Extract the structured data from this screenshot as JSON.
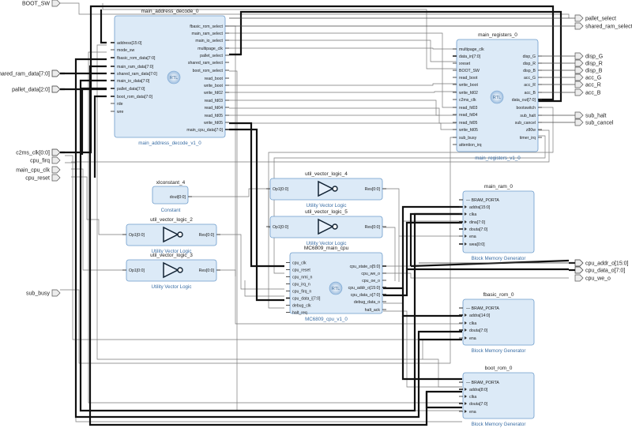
{
  "ext_ports": {
    "boot_sw": "BOOT_SW",
    "shared_ram_data": "shared_ram_data[7:0]",
    "pallet_data": "pallet_data[2:0]",
    "c2ms_clk": "c2ms_clk[0:0]",
    "cpu_firq": "cpu_firq",
    "main_cpu_clk": "main_cpu_clk",
    "cpu_reset": "cpu_reset",
    "sub_busy": "sub_busy",
    "pallet_select": "pallet_select",
    "shared_ram_select": "shared_ram_select",
    "disp_g": "disp_G",
    "disp_r": "disp_R",
    "disp_b": "disp_B",
    "acc_g": "acc_G",
    "acc_r": "acc_R",
    "acc_b": "acc_B",
    "sub_halt": "sub_halt",
    "sub_cancel": "sub_cancel",
    "cpu_addr_o": "cpu_addr_o[15:0]",
    "cpu_data_o": "cpu_data_o[7:0]",
    "cpu_we_o": "cpu_we_o"
  },
  "main_address_decode": {
    "title": "main_address_decode_0",
    "subtitle": "main_address_decode_v1_0",
    "inputs": [
      "address[15:0]",
      "mode_sw",
      "fbasic_rom_data[7:0]",
      "main_ram_data[7:0]",
      "shared_ram_data[7:0]",
      "main_io_data[7:0]",
      "pallet_data[7:0]",
      "boot_rom_data[7:0]",
      "rde",
      "wre"
    ],
    "outputs": [
      "fbasic_rom_select",
      "main_ram_select",
      "main_io_select",
      "multipage_clk",
      "pallet_select",
      "shared_ram_select",
      "boot_rom_select",
      "read_boot",
      "write_boot",
      "write_fd02",
      "read_fd03",
      "read_fd04",
      "read_fd05",
      "write_fd05",
      "main_cpu_data[7:0]"
    ]
  },
  "main_registers": {
    "title": "main_registers_0",
    "subtitle": "main_registers_v1_0",
    "inputs": [
      "multipage_clk",
      "data_in[7:0]",
      "xreset",
      "BOOT_SW",
      "read_boot",
      "write_boot",
      "write_fd02",
      "c2ms_clk",
      "read_fd03",
      "read_fd04",
      "read_fd05",
      "write_fd05",
      "sub_busy",
      "attention_irq"
    ],
    "outputs": [
      "disp_G",
      "disp_R",
      "disp_B",
      "acc_G",
      "acc_R",
      "acc_B",
      "data_out[7:0]",
      "bootswitch",
      "sub_halt",
      "sub_cancel",
      "z80w",
      "timer_irq"
    ]
  },
  "xlconstant": {
    "title": "xlconstant_4",
    "subtitle": "Constant",
    "output": "dout[0:0]"
  },
  "uvl4": {
    "title": "util_vector_logic_4",
    "subtitle": "Utility Vector Logic",
    "input": "Op1[0:0]",
    "output": "Res[0:0]"
  },
  "uvl5": {
    "title": "util_vector_logic_5",
    "subtitle": "Utility Vector Logic",
    "input": "Op1[0:0]",
    "output": "Res[0:0]"
  },
  "uvl2": {
    "title": "util_vector_logic_2",
    "subtitle": "Utility Vector Logic",
    "input": "Op1[0:0]",
    "output": "Res[0:0]"
  },
  "uvl3": {
    "title": "util_vector_logic_3",
    "subtitle": "Utility Vector Logic",
    "input": "Op1[0:0]",
    "output": "Res[0:0]"
  },
  "cpu": {
    "title": "MC6809_main_cpu",
    "subtitle": "MC6809_cpu_v1_0",
    "inputs": [
      "cpu_clk",
      "cpu_reset",
      "cpu_nmi_n",
      "cpu_irq_n",
      "cpu_firq_n",
      "cpu_data_i[7:0]",
      "debug_clk",
      "halt_req"
    ],
    "outputs": [
      "cpu_state_o[5:0]",
      "cpu_we_o",
      "cpu_oe_o",
      "cpu_addr_o[15:0]",
      "cpu_data_o[7:0]",
      "debug_data_o",
      "halt_ack"
    ]
  },
  "main_ram": {
    "title": "main_ram_0",
    "subtitle": "Block Memory Generator",
    "bus": "BRAM_PORTA",
    "pins": [
      "addra[15:0]",
      "clka",
      "dina[7:0]",
      "douta[7:0]",
      "ena",
      "wea[0:0]"
    ]
  },
  "fbasic_rom": {
    "title": "fbasic_rom_0",
    "subtitle": "Block Memory Generator",
    "bus": "BRAM_PORTA",
    "pins": [
      "addra[14:0]",
      "clka",
      "douta[7:0]",
      "ena"
    ]
  },
  "boot_rom": {
    "title": "boot_rom_0",
    "subtitle": "Block Memory Generator",
    "bus": "BRAM_PORTA",
    "pins": [
      "addra[8:0]",
      "clka",
      "douta[7:0]",
      "ena"
    ]
  },
  "rtl_badge": "RTL",
  "colors": {
    "block_fill": "#dceaf7",
    "block_stroke": "#6d9ccb",
    "wire": "#202020",
    "bus": "#101010",
    "port_fill": "#e8e8e8"
  }
}
